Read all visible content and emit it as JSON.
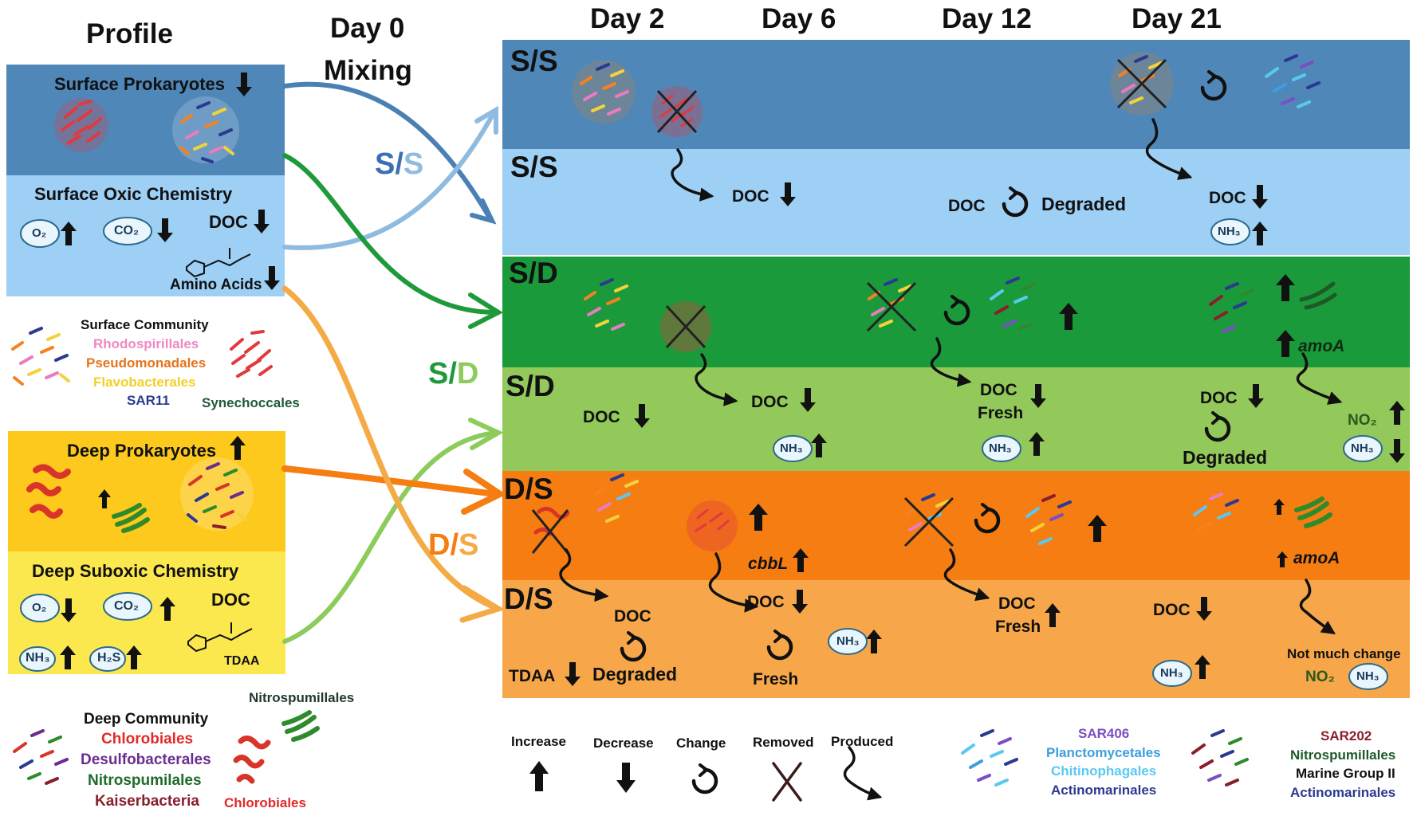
{
  "headers": {
    "profile": "Profile",
    "day0_line1": "Day 0",
    "day0_line2": "Mixing",
    "day2": "Day 2",
    "day6": "Day 6",
    "day12": "Day 12",
    "day21": "Day 21"
  },
  "colors": {
    "surface_dark": "#4f87b8",
    "surface_light": "#9ecff5",
    "sd_dark": "#1a9a3a",
    "sd_light": "#93c95a",
    "ds_dark": "#f57d12",
    "ds_light": "#f7a74a",
    "deep_dark": "#fcc91c",
    "deep_light": "#fbe74e",
    "arrow_ss": "#4a80b3",
    "arrow_ss_light": "#8fbbe0",
    "arrow_sd": "#1f9a3a",
    "arrow_sd_light": "#8dcc5a",
    "arrow_ds": "#f57d12",
    "arrow_ds_light": "#f4ab45"
  },
  "profile": {
    "surface_prok": "Surface Prokaryotes",
    "surface_chem": "Surface Oxic Chemistry",
    "o2": "O₂",
    "co2": "CO₂",
    "doc": "DOC",
    "amino_acids": "Amino Acids",
    "surface_comm": "Surface Community",
    "rhodo": "Rhodospirillales",
    "pseudo": "Pseudomonadales",
    "flavo": "Flavobacterales",
    "sar11": "SAR11",
    "synecho": "Synechoccales",
    "deep_prok": "Deep Prokaryotes",
    "deep_chem": "Deep Suboxic Chemistry",
    "nh3": "NH₃",
    "h2s": "H₂S",
    "tdaa": "TDAA",
    "deep_comm": "Deep Community",
    "chloro": "Chlorobiales",
    "desulfo": "Desulfobacterales",
    "nitro": "Nitrospumilales",
    "kaiser": "Kaiserbacteria",
    "nitrospum": "Nitrospumillales",
    "chloro2": "Chlorobiales"
  },
  "mix": {
    "ss_a": "S/",
    "ss_b": "S",
    "sd_a": "S/",
    "sd_b": "D",
    "ds_a": "D/",
    "ds_b": "S"
  },
  "rows": {
    "ss": "S/S",
    "sd": "S/D",
    "ds": "D/S"
  },
  "ss": {
    "doc1": "DOC",
    "doc2": "DOC",
    "degraded": "Degraded",
    "doc3": "DOC",
    "nh3": "NH₃"
  },
  "sd": {
    "amoa": "amoA",
    "doc1": "DOC",
    "doc2": "DOC",
    "nh3a": "NH₃",
    "doc3": "DOC",
    "fresh": "Fresh",
    "nh3b": "NH₃",
    "doc4": "DOC",
    "degraded": "Degraded",
    "no2": "NO₂",
    "nh3c": "NH₃"
  },
  "ds": {
    "cbbl": "cbbL",
    "amoa": "amoA",
    "doc1": "DOC",
    "degraded": "Degraded",
    "tdaa": "TDAA",
    "doc2": "DOC",
    "fresh": "Fresh",
    "nh3a": "NH₃",
    "doc3": "DOC",
    "fresh2": "Fresh",
    "doc4": "DOC",
    "nh3b": "NH₃",
    "not_much": "Not much change",
    "no2": "NO₂",
    "nh3c": "NH₃"
  },
  "legend": {
    "increase": "Increase",
    "decrease": "Decrease",
    "change": "Change",
    "removed": "Removed",
    "produced": "Produced"
  },
  "groups1": {
    "a": "SAR406",
    "b": "Planctomycetales",
    "c": "Chitinophagales",
    "d": "Actinomarinales"
  },
  "groups2": {
    "a": "SAR202",
    "b": "Nitrospumillales",
    "c": "Marine Group II",
    "d": "Actinomarinales"
  }
}
